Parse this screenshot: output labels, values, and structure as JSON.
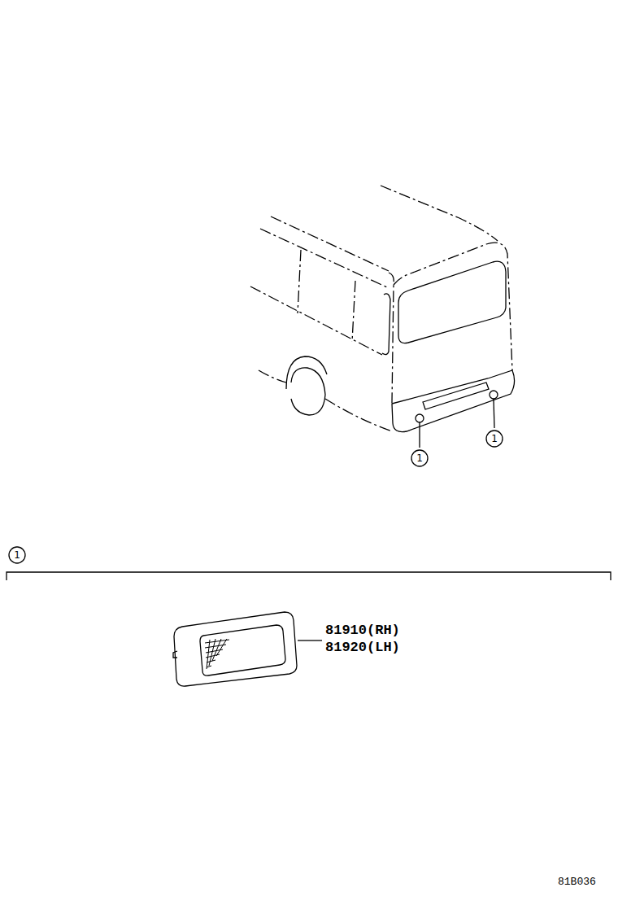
{
  "diagram": {
    "nodes": [
      {
        "text": [
          "1"
        ]
      },
      {
        "text": [
          "1"
        ]
      },
      {
        "text": [
          "1"
        ]
      }
    ],
    "labels": [
      "81910(RH)",
      "81920(LH)",
      "81B036"
    ]
  }
}
